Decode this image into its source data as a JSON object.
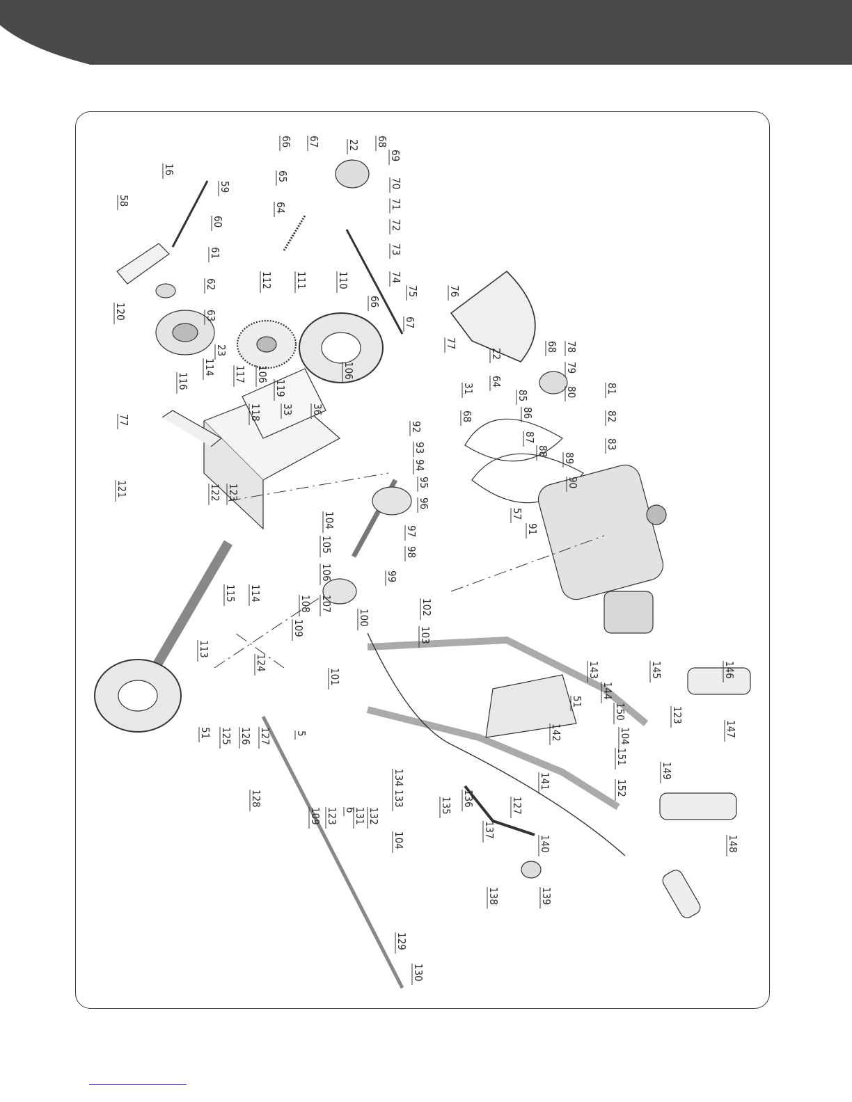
{
  "header": {
    "band_color": "#4a4a4c"
  },
  "diagram": {
    "labels": {
      "22a": "22",
      "16": "16",
      "59": "59",
      "58": "58",
      "60": "60",
      "61": "61",
      "62": "62",
      "63": "63",
      "120": "120",
      "66a": "66",
      "67a": "67",
      "68a": "68",
      "69": "69",
      "65": "65",
      "70": "70",
      "71": "71",
      "72": "72",
      "64a": "64",
      "73": "73",
      "74": "74",
      "112": "112",
      "111": "111",
      "110": "110",
      "75": "75",
      "66b": "66",
      "76": "76",
      "23a": "23",
      "114a": "114",
      "116": "116",
      "117": "117",
      "106a": "106",
      "119": "119",
      "106b": "106",
      "67b": "67",
      "77a": "77",
      "22b": "22",
      "64b": "64",
      "68b": "68",
      "78": "78",
      "79": "79",
      "80": "80",
      "77b": "77",
      "118": "118",
      "33": "33",
      "36": "36",
      "31": "31",
      "85": "85",
      "86": "86",
      "81": "81",
      "82": "82",
      "83": "83",
      "87": "87",
      "88": "88",
      "89b": "89",
      "68c": "68",
      "92": "92",
      "93": "93",
      "94": "94",
      "95": "95",
      "96": "96",
      "97": "97",
      "98": "98",
      "99": "99",
      "100": "100",
      "90": "90",
      "57": "57",
      "91": "91",
      "121": "121",
      "123a": "123",
      "122": "122",
      "104a": "104",
      "105": "105",
      "106c": "106",
      "107": "107",
      "108": "108",
      "109a": "109",
      "115": "115",
      "114b": "114",
      "113": "113",
      "102": "102",
      "103": "103",
      "124": "124",
      "101": "101",
      "143": "143",
      "144": "144",
      "145": "145",
      "146": "146",
      "51a": "51",
      "150": "150",
      "104b": "104",
      "123b": "123",
      "147": "147",
      "142": "142",
      "51b": "51",
      "125": "125",
      "126": "126",
      "127a": "127",
      "5": "5",
      "151": "151",
      "149": "149",
      "134": "134",
      "133": "133",
      "141": "141",
      "152": "152",
      "128": "128",
      "109b": "109",
      "123c": "123",
      "6": "6",
      "131": "131",
      "132": "132",
      "104c": "104",
      "135": "135",
      "136": "136",
      "137": "137",
      "127b": "127",
      "140": "140",
      "148": "148",
      "138": "138",
      "139": "139",
      "129": "129",
      "130": "130"
    }
  }
}
